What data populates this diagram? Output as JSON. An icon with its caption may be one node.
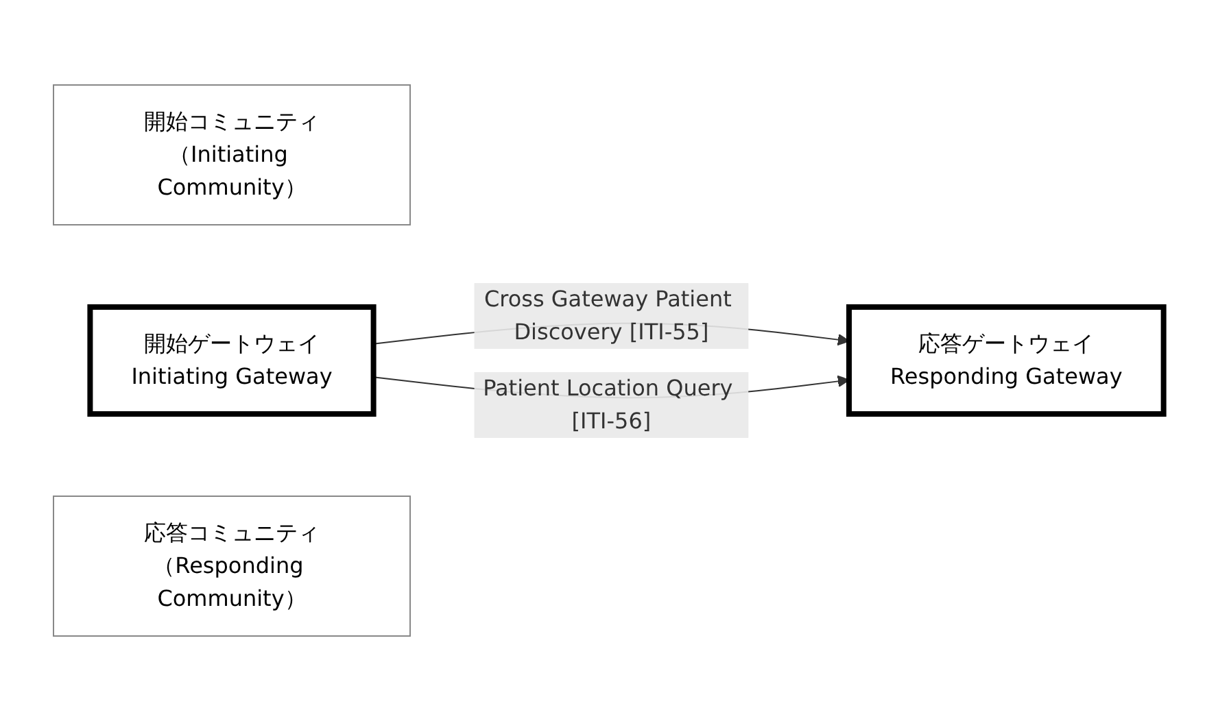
{
  "diagram": {
    "nodes": [
      {
        "text": [
          "開始コミュニティ",
          "（Initiating Community）"
        ]
      },
      {
        "text": [
          "開始ゲートウェイ",
          "Initiating Gateway"
        ]
      },
      {
        "text": [
          "応答コミュニティ",
          "（Responding Community）"
        ]
      },
      {
        "text": [
          "応答ゲートウェイ",
          "Responding Gateway"
        ]
      }
    ],
    "edges": [
      {
        "from": 1,
        "to": 3,
        "arrow": "to",
        "label": "Cross Gateway Patient Discovery [ITI-55]"
      },
      {
        "from": 1,
        "to": 3,
        "arrow": "to",
        "label": "Patient Location Query [ITI-56]"
      }
    ]
  }
}
